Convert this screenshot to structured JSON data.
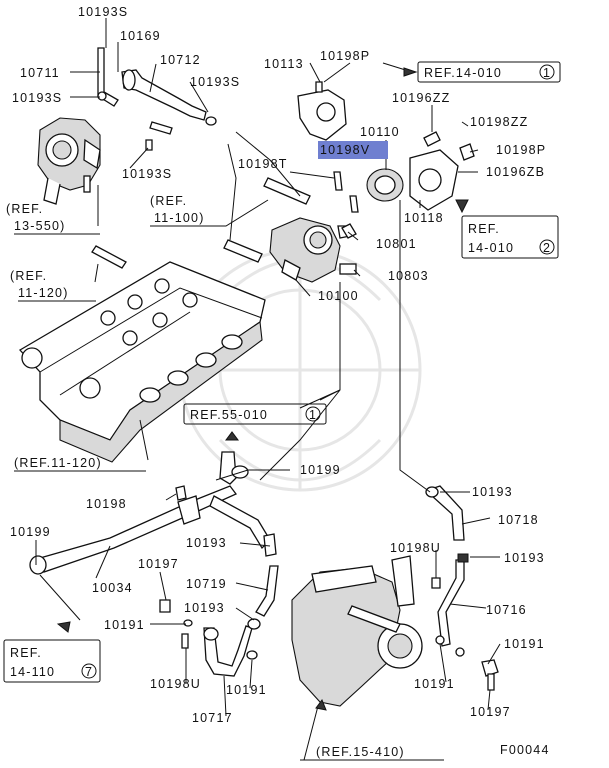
{
  "labels": {
    "l1": "10193S",
    "l2": "10169",
    "l3": "10711",
    "l4": "10712",
    "l5": "10193S",
    "l6": "10193S",
    "l7": "10193S",
    "l8": "10113",
    "l9": "10198P",
    "l10": "10196ZZ",
    "l11": "10198ZZ",
    "l12": "10110",
    "l13": "10198V",
    "l14": "10198P",
    "l15": "10198T",
    "l16": "10196ZB",
    "l17": "10118",
    "l18": "10801",
    "l19": "10803",
    "l20": "10100",
    "l21": "10199",
    "l22": "10193",
    "l23": "10198",
    "l24": "10718",
    "l25": "10199",
    "l26": "10193",
    "l27": "10198U",
    "l28": "10193",
    "l29": "10034",
    "l30": "10197",
    "l31": "10719",
    "l32": "10716",
    "l33": "10193",
    "l34": "10191",
    "l35": "10191",
    "l36": "10198U",
    "l37": "10191",
    "l38": "10191",
    "l39": "10717",
    "l40": "10197",
    "code": "F00044"
  },
  "refs": {
    "r1": "REF.14-010",
    "r1n": "1",
    "r2": "REF.",
    "r2b": "14-010",
    "r2n": "2",
    "r3": "(REF.",
    "r3b": "13-550)",
    "r4": "(REF.",
    "r4b": "11-100)",
    "r5": "(REF.",
    "r5b": "11-120)",
    "r6": "(REF.11-120)",
    "r7": "REF.55-010",
    "r7n": "1",
    "r8": "REF.",
    "r8b": "14-110",
    "r8n": "7",
    "r9": "(REF.15-410)"
  },
  "highlight_color": "#6f7fd0"
}
